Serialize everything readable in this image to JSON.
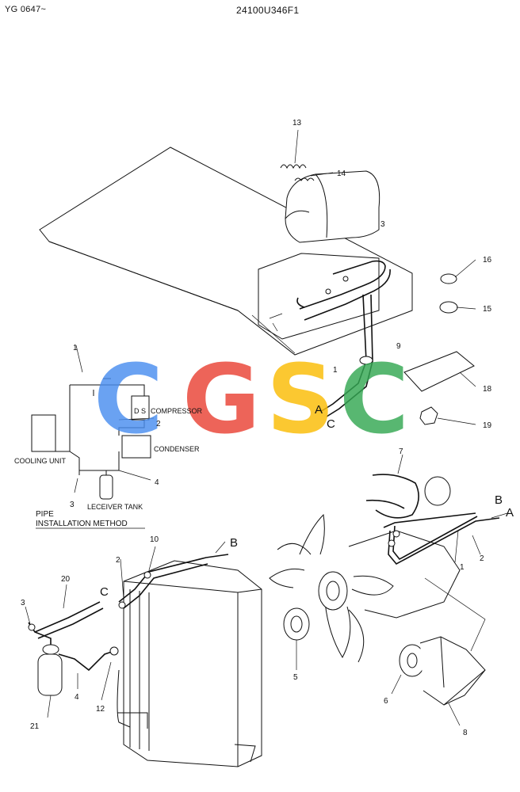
{
  "header": {
    "left_code": "YG 0647~",
    "right_code": "24100U346F1"
  },
  "watermark": {
    "letters": [
      "C",
      "G",
      "S",
      "C"
    ],
    "colors": [
      "#4a8ef0",
      "#ea4335",
      "#fbbc05",
      "#34a853"
    ]
  },
  "callouts": {
    "c1": "1",
    "c2": "2",
    "c3": "3",
    "c4": "4",
    "c5": "5",
    "c6": "6",
    "c7": "7",
    "c8": "8",
    "c9": "9",
    "c10": "10",
    "c12": "12",
    "c13": "13",
    "c14": "14",
    "c15": "15",
    "c16": "16",
    "c18": "18",
    "c19": "19",
    "c20": "20",
    "c21": "21"
  },
  "connectors": {
    "a": "A",
    "b": "B",
    "c": "C"
  },
  "schematic": {
    "compressor": "COMPRESSOR",
    "condenser": "CONDENSER",
    "cooling_unit": "COOLING UNIT",
    "receiver_tank": "LECEIVER TANK",
    "switch": "D S",
    "title_line1": "PIPE",
    "title_line2": "INSTALLATION METHOD",
    "n1": "1",
    "n2": "2",
    "n3": "3",
    "n4": "4"
  }
}
